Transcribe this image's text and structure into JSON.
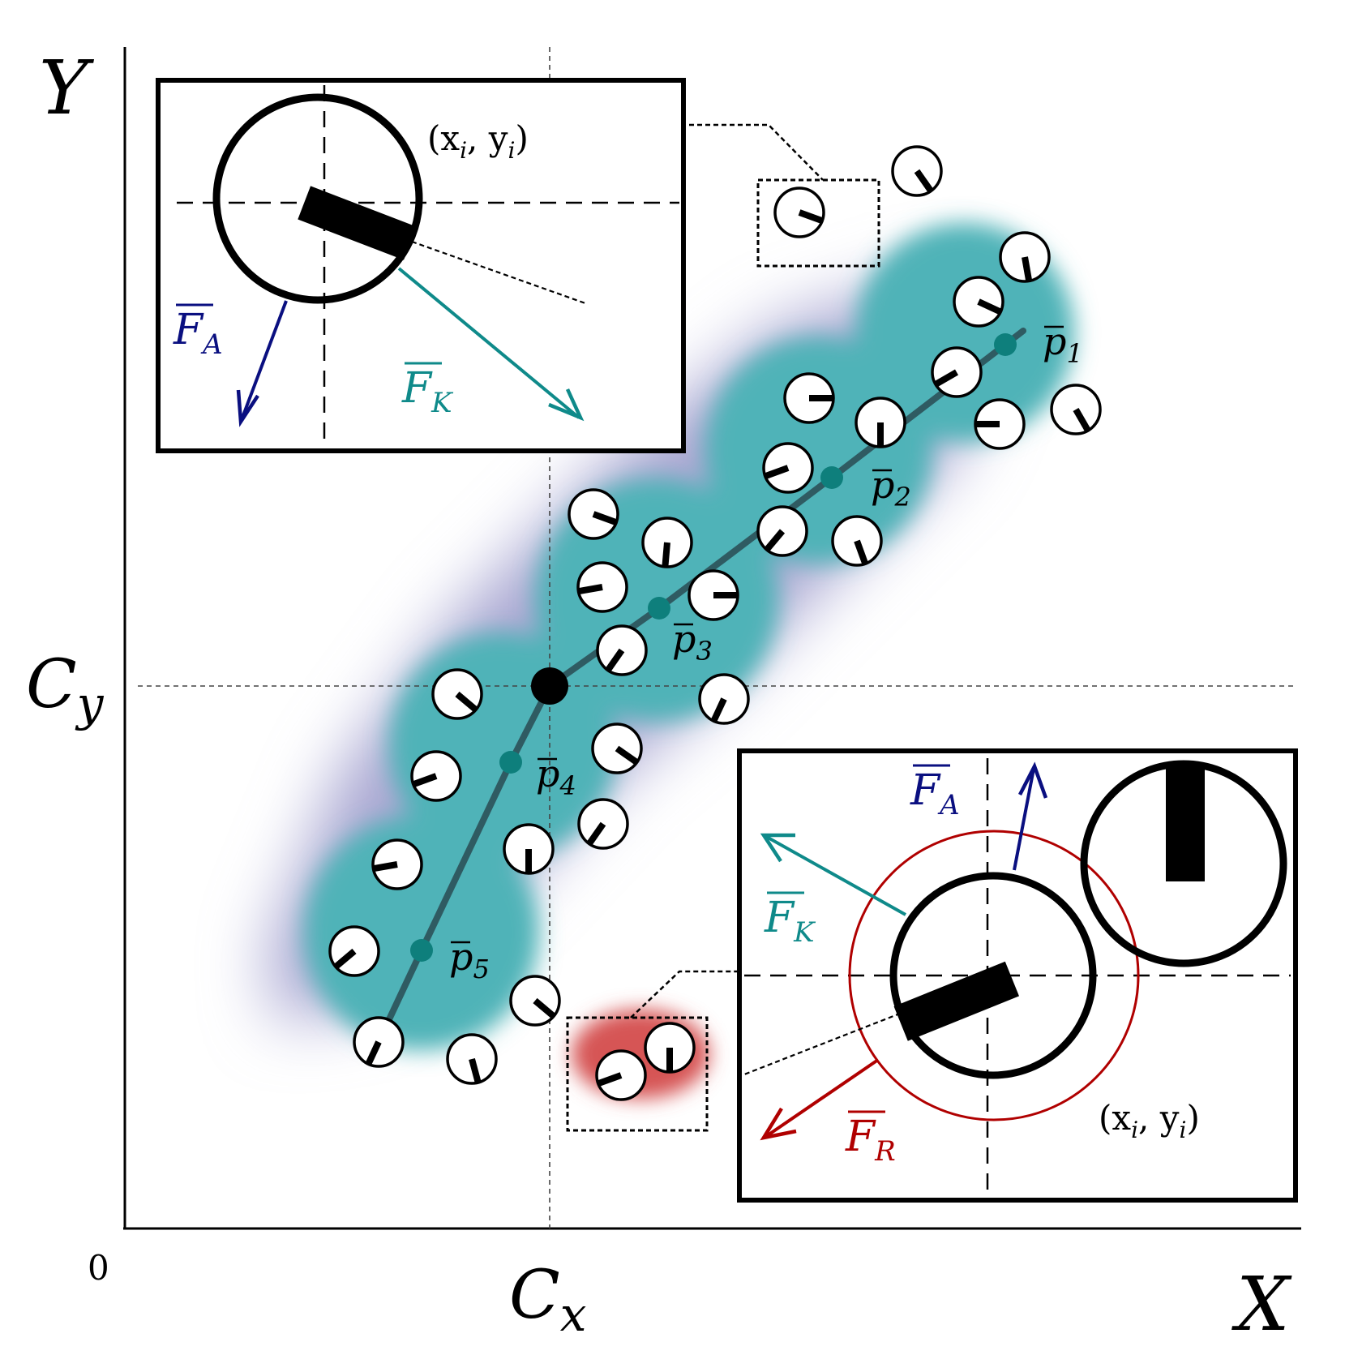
{
  "axes": {
    "y_label": "Y",
    "x_label": "X",
    "origin_label": "0",
    "cx_main": "C",
    "cx_sub": "x",
    "cy_main": "C",
    "cy_sub": "y"
  },
  "waypoints": [
    {
      "main": "p",
      "sub": "1"
    },
    {
      "main": "p",
      "sub": "2"
    },
    {
      "main": "p",
      "sub": "3"
    },
    {
      "main": "p",
      "sub": "4"
    },
    {
      "main": "p",
      "sub": "5"
    }
  ],
  "inset_top": {
    "coord_label": "(x",
    "coord_i": "i",
    "coord_mid": ", y",
    "coord_end": ")",
    "force_a_main": "F",
    "force_a_sub": "A",
    "force_k_main": "F",
    "force_k_sub": "K"
  },
  "inset_bottom": {
    "coord_label": "(x",
    "coord_i": "i",
    "coord_mid": ", y",
    "coord_end": ")",
    "force_a_main": "F",
    "force_a_sub": "A",
    "force_k_main": "F",
    "force_k_sub": "K",
    "force_r_main": "F",
    "force_r_sub": "R"
  },
  "colors": {
    "swarm_region": "#a9a7d2",
    "cluster_region": "#4fb3b8",
    "path": "#2f5b62",
    "waypoint": "#0e7f7c",
    "centroid": "#000000",
    "force_attraction": "#0a0f80",
    "force_cohesion": "#0f8a8a",
    "force_repulsion": "#b00000",
    "collision_glow": "#d65555"
  },
  "icons": {
    "robot": "robot-disc-icon",
    "centroid": "centroid-dot-icon"
  }
}
